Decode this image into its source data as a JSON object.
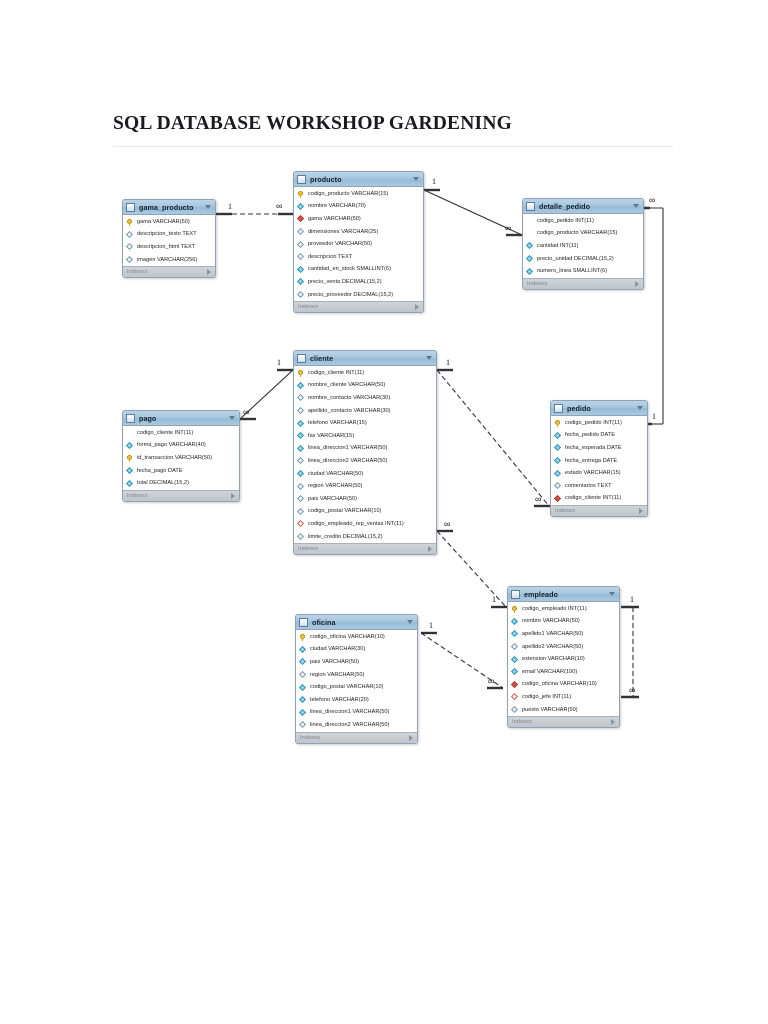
{
  "page": {
    "title": "SQL DATABASE WORKSHOP GARDENING"
  },
  "diagram": {
    "footer_label": "Indexes",
    "entities": [
      {
        "name": "gama_producto",
        "columns": [
          {
            "icon": "pk",
            "text": "gama VARCHAR(50)"
          },
          {
            "icon": "nul",
            "text": "descripcion_texto TEXT"
          },
          {
            "icon": "nul",
            "text": "descripcion_html TEXT"
          },
          {
            "icon": "nul",
            "text": "imagen VARCHAR(256)"
          }
        ]
      },
      {
        "name": "producto",
        "columns": [
          {
            "icon": "pk",
            "text": "codigo_producto VARCHAR(15)"
          },
          {
            "icon": "idx",
            "text": "nombre VARCHAR(70)"
          },
          {
            "icon": "fk",
            "text": "gama VARCHAR(50)"
          },
          {
            "icon": "nul",
            "text": "dimensiones VARCHAR(25)"
          },
          {
            "icon": "nul",
            "text": "proveedor VARCHAR(50)"
          },
          {
            "icon": "nul",
            "text": "descripcion TEXT"
          },
          {
            "icon": "idx",
            "text": "cantidad_en_stock SMALLINT(6)"
          },
          {
            "icon": "idx",
            "text": "precio_venta DECIMAL(15,2)"
          },
          {
            "icon": "nul",
            "text": "precio_proveedor DECIMAL(15,2)"
          }
        ]
      },
      {
        "name": "detalle_pedido",
        "columns": [
          {
            "icon": "none",
            "text": "codigo_pedido INT(11)"
          },
          {
            "icon": "none",
            "text": "codigo_producto VARCHAR(15)"
          },
          {
            "icon": "idx",
            "text": "cantidad INT(11)"
          },
          {
            "icon": "idx",
            "text": "precio_unidad DECIMAL(15,2)"
          },
          {
            "icon": "idx",
            "text": "numero_linea SMALLINT(6)"
          }
        ]
      },
      {
        "name": "cliente",
        "columns": [
          {
            "icon": "pk",
            "text": "codigo_cliente INT(11)"
          },
          {
            "icon": "idx",
            "text": "nombre_cliente VARCHAR(50)"
          },
          {
            "icon": "nul",
            "text": "nombre_contacto VARCHAR(30)"
          },
          {
            "icon": "nul",
            "text": "apellido_contacto VARCHAR(30)"
          },
          {
            "icon": "idx",
            "text": "telefono VARCHAR(15)"
          },
          {
            "icon": "idx",
            "text": "fax VARCHAR(15)"
          },
          {
            "icon": "idx",
            "text": "linea_direccion1 VARCHAR(50)"
          },
          {
            "icon": "nul",
            "text": "linea_direccion2 VARCHAR(50)"
          },
          {
            "icon": "idx",
            "text": "ciudad VARCHAR(50)"
          },
          {
            "icon": "nul",
            "text": "region VARCHAR(50)"
          },
          {
            "icon": "nul",
            "text": "pais VARCHAR(50)"
          },
          {
            "icon": "nul",
            "text": "codigo_postal VARCHAR(10)"
          },
          {
            "icon": "fkn",
            "text": "codigo_empleado_rep_ventas INT(11)"
          },
          {
            "icon": "nul",
            "text": "limite_credito DECIMAL(15,2)"
          }
        ]
      },
      {
        "name": "pago",
        "columns": [
          {
            "icon": "none",
            "text": "codigo_cliente INT(11)"
          },
          {
            "icon": "idx",
            "text": "forma_pago VARCHAR(40)"
          },
          {
            "icon": "pk",
            "text": "id_transaccion VARCHAR(50)"
          },
          {
            "icon": "idx",
            "text": "fecha_pago DATE"
          },
          {
            "icon": "idx",
            "text": "total DECIMAL(15,2)"
          }
        ]
      },
      {
        "name": "pedido",
        "columns": [
          {
            "icon": "pk",
            "text": "codigo_pedido INT(11)"
          },
          {
            "icon": "idx",
            "text": "fecha_pedido DATE"
          },
          {
            "icon": "idx",
            "text": "fecha_esperada DATE"
          },
          {
            "icon": "idx",
            "text": "fecha_entrega DATE"
          },
          {
            "icon": "idx",
            "text": "estado VARCHAR(15)"
          },
          {
            "icon": "nul",
            "text": "comentarios TEXT"
          },
          {
            "icon": "fk",
            "text": "codigo_cliente INT(11)"
          }
        ]
      },
      {
        "name": "empleado",
        "columns": [
          {
            "icon": "pk",
            "text": "codigo_empleado INT(11)"
          },
          {
            "icon": "idx",
            "text": "nombre VARCHAR(50)"
          },
          {
            "icon": "idx",
            "text": "apellido1 VARCHAR(50)"
          },
          {
            "icon": "nul",
            "text": "apellido2 VARCHAR(50)"
          },
          {
            "icon": "idx",
            "text": "extension VARCHAR(10)"
          },
          {
            "icon": "idx",
            "text": "email VARCHAR(100)"
          },
          {
            "icon": "fk",
            "text": "codigo_oficina VARCHAR(10)"
          },
          {
            "icon": "fkn",
            "text": "codigo_jefe INT(11)"
          },
          {
            "icon": "nul",
            "text": "puesto VARCHAR(50)"
          }
        ]
      },
      {
        "name": "oficina",
        "columns": [
          {
            "icon": "pk",
            "text": "codigo_oficina VARCHAR(10)"
          },
          {
            "icon": "idx",
            "text": "ciudad VARCHAR(30)"
          },
          {
            "icon": "idx",
            "text": "pais VARCHAR(50)"
          },
          {
            "icon": "nul",
            "text": "region VARCHAR(50)"
          },
          {
            "icon": "idx",
            "text": "codigo_postal VARCHAR(10)"
          },
          {
            "icon": "idx",
            "text": "telefono VARCHAR(20)"
          },
          {
            "icon": "idx",
            "text": "linea_direccion1 VARCHAR(50)"
          },
          {
            "icon": "nul",
            "text": "linea_direccion2 VARCHAR(50)"
          }
        ]
      }
    ],
    "cardinalities": [
      {
        "label": "1",
        "from": "gama_producto",
        "to": "producto"
      },
      {
        "label": "∞",
        "from": "gama_producto",
        "to": "producto"
      },
      {
        "label": "1",
        "from": "producto",
        "to": "detalle_pedido"
      },
      {
        "label": "∞",
        "from": "producto",
        "to": "detalle_pedido"
      },
      {
        "label": "∞",
        "from": "detalle_pedido",
        "to": "pedido"
      },
      {
        "label": "1",
        "from": "pedido",
        "to": "detalle_pedido"
      },
      {
        "label": "1",
        "from": "cliente",
        "to": "pago"
      },
      {
        "label": "∞",
        "from": "pago",
        "to": "cliente"
      },
      {
        "label": "1",
        "from": "cliente",
        "to": "pedido"
      },
      {
        "label": "∞",
        "from": "pedido",
        "to": "cliente"
      },
      {
        "label": "∞",
        "from": "cliente",
        "to": "empleado"
      },
      {
        "label": "1",
        "from": "empleado",
        "to": "cliente"
      },
      {
        "label": "1",
        "from": "oficina",
        "to": "empleado"
      },
      {
        "label": "∞",
        "from": "empleado",
        "to": "oficina"
      },
      {
        "label": "1",
        "from": "empleado",
        "to": "empleado"
      },
      {
        "label": "∞",
        "from": "empleado",
        "to": "empleado"
      }
    ]
  }
}
